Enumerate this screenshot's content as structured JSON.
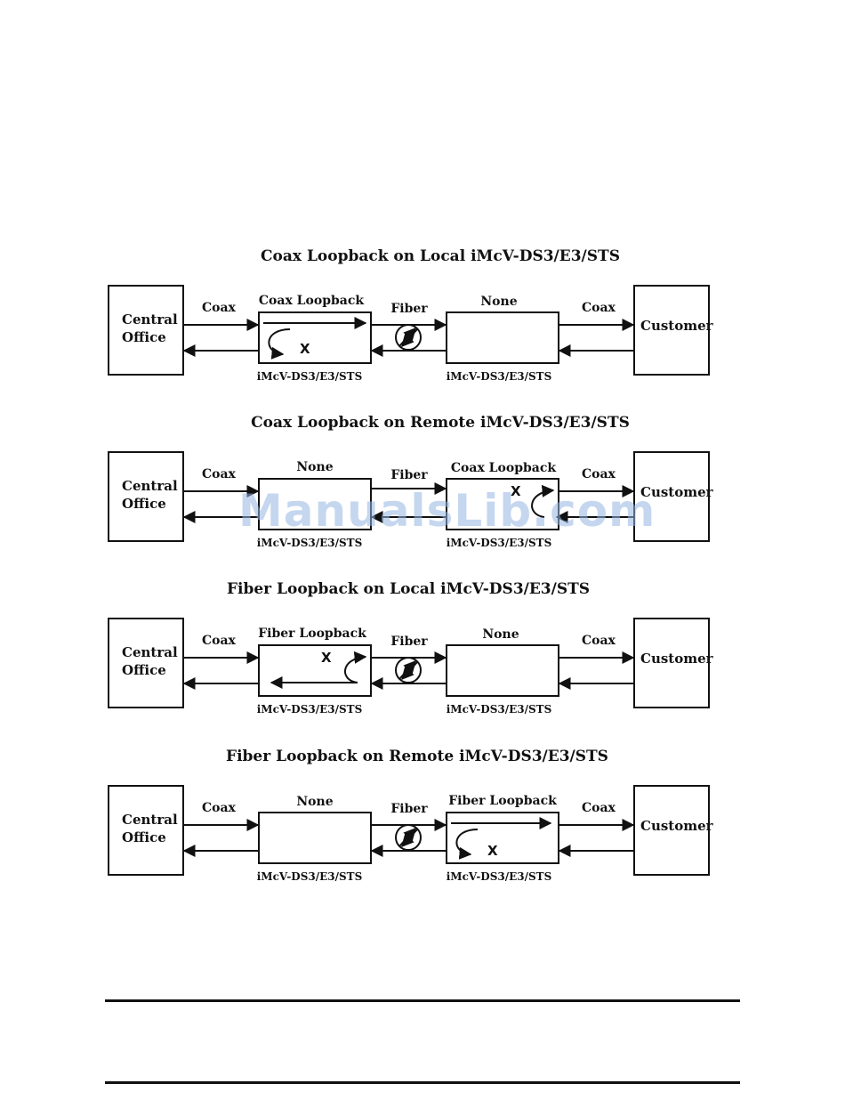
{
  "watermark": "ManualsLib.com",
  "diagrams": [
    {
      "title": "Coax Loopback on Local iMcV-DS3/E3/STS",
      "left_end": [
        "Central",
        "Office"
      ],
      "right_end": "Customer",
      "left_link": "Coax",
      "fiber_link": "Fiber",
      "right_link": "Coax",
      "local_mode": "Coax Loopback",
      "remote_mode": "None",
      "local_device": "iMcV-DS3/E3/STS",
      "remote_device": "iMcV-DS3/E3/STS",
      "x_mark": "X"
    },
    {
      "title": "Coax Loopback on Remote iMcV-DS3/E3/STS",
      "left_end": [
        "Central",
        "Office"
      ],
      "right_end": "Customer",
      "left_link": "Coax",
      "fiber_link": "Fiber",
      "right_link": "Coax",
      "local_mode": "None",
      "remote_mode": "Coax Loopback",
      "local_device": "iMcV-DS3/E3/STS",
      "remote_device": "iMcV-DS3/E3/STS",
      "x_mark": "X"
    },
    {
      "title": "Fiber Loopback on Local iMcV-DS3/E3/STS",
      "left_end": [
        "Central",
        "Office"
      ],
      "right_end": "Customer",
      "left_link": "Coax",
      "fiber_link": "Fiber",
      "right_link": "Coax",
      "local_mode": "Fiber Loopback",
      "remote_mode": "None",
      "local_device": "iMcV-DS3/E3/STS",
      "remote_device": "iMcV-DS3/E3/STS",
      "x_mark": "X"
    },
    {
      "title": "Fiber Loopback on Remote iMcV-DS3/E3/STS",
      "left_end": [
        "Central",
        "Office"
      ],
      "right_end": "Customer",
      "left_link": "Coax",
      "fiber_link": "Fiber",
      "right_link": "Coax",
      "local_mode": "None",
      "remote_mode": "Fiber Loopback",
      "local_device": "iMcV-DS3/E3/STS",
      "remote_device": "iMcV-DS3/E3/STS",
      "x_mark": "X"
    }
  ]
}
